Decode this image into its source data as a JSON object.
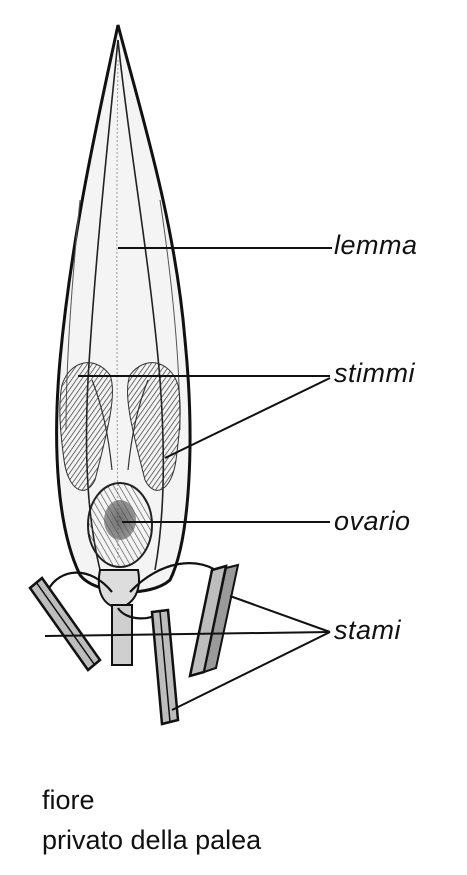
{
  "labels": {
    "lemma": "lemma",
    "stimmi": "stimmi",
    "ovario": "ovario",
    "stami": "stami"
  },
  "caption": {
    "line1": "fiore",
    "line2": "privato della palea"
  }
}
